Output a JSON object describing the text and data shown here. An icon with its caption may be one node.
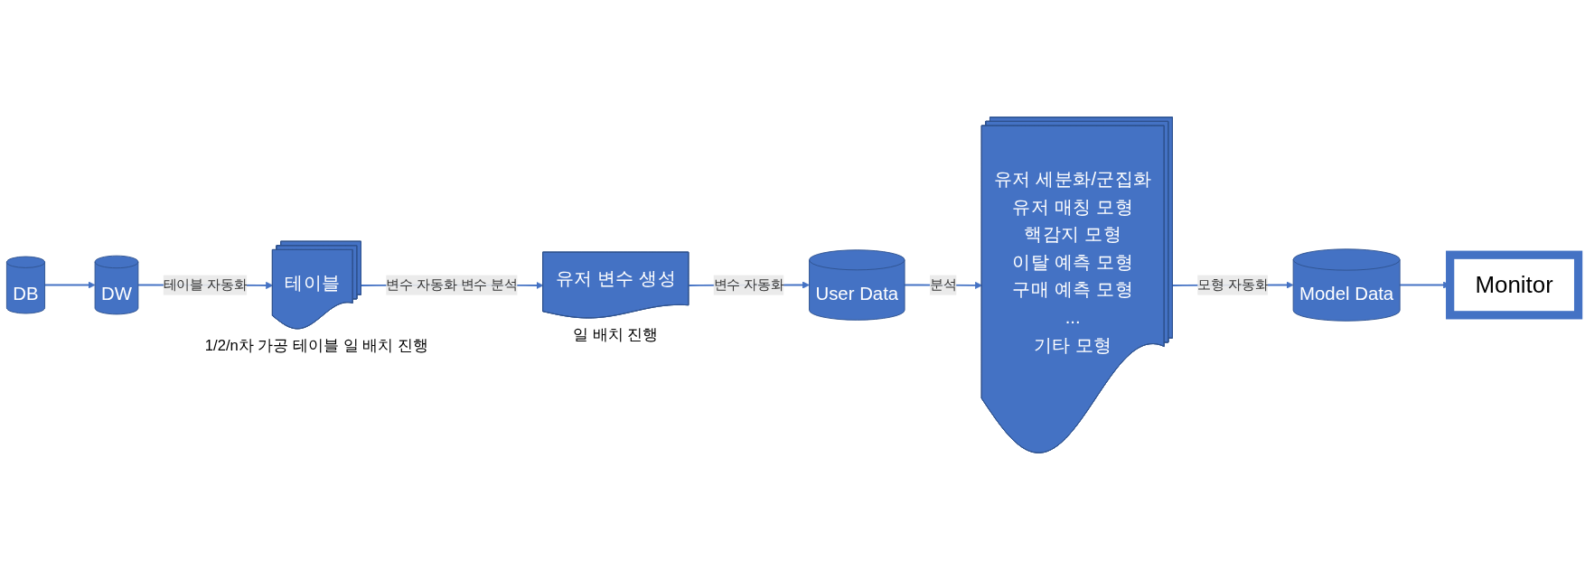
{
  "diagram": {
    "nodes": [
      {
        "text": [
          "DB"
        ]
      },
      {
        "text": [
          "DW"
        ]
      },
      {
        "text": [
          "테이블"
        ],
        "beside": [
          "1/2/n차 가공 테이블 일 배치 진행"
        ]
      },
      {
        "text": [
          "유저 변수 생성"
        ],
        "beside": [
          "일 배치 진행"
        ]
      },
      {
        "text": [
          "User Data"
        ]
      },
      {
        "text": [
          "Model Data"
        ]
      },
      {
        "text": [
          "Monitor"
        ]
      },
      {
        "text": [
          "유저 세분화/군집화",
          "유저 매칭 모형",
          "핵감지 모형",
          "이탈 예측 모형",
          "구매 예측 모형",
          "...",
          "기타 모형"
        ]
      }
    ],
    "edges": [
      {
        "from": 0,
        "to": 1,
        "arrow": "to"
      },
      {
        "from": 1,
        "to": 2,
        "arrow": "to",
        "label": "테이블 자동화"
      },
      {
        "from": 2,
        "to": 3,
        "arrow": "to",
        "label": "변수 자동화 변수 분석"
      },
      {
        "from": 3,
        "to": 4,
        "arrow": "to",
        "label": "변수 자동화"
      },
      {
        "from": 4,
        "to": 7,
        "arrow": "to",
        "label": "분석"
      },
      {
        "from": 7,
        "to": 5,
        "arrow": "to",
        "label": "모형 자동화"
      },
      {
        "from": 5,
        "to": 6,
        "arrow": "to"
      }
    ]
  }
}
